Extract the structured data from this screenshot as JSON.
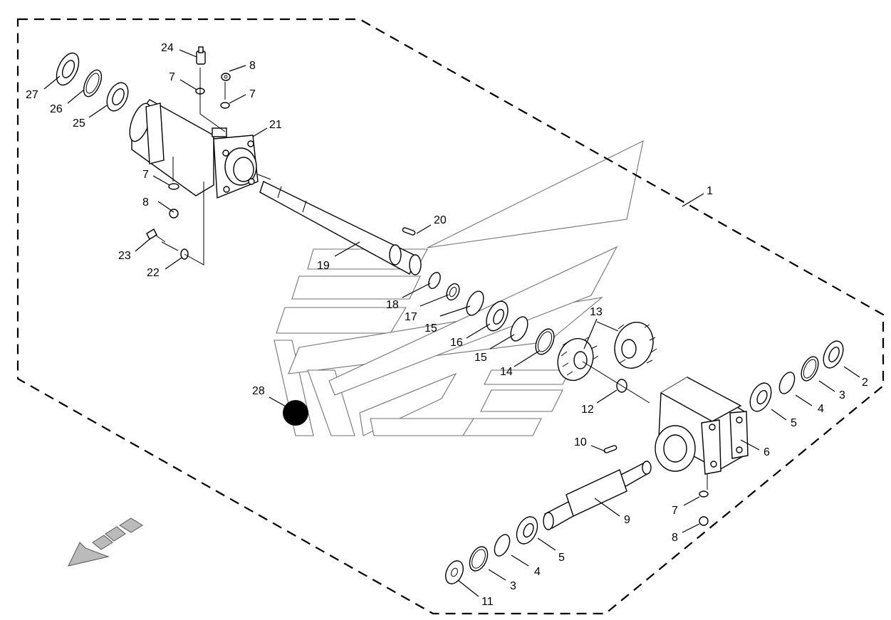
{
  "diagram": {
    "callouts": {
      "c1": "1",
      "c2": "2",
      "c3a": "3",
      "c3b": "3",
      "c4a": "4",
      "c4b": "4",
      "c5a": "5",
      "c5b": "5",
      "c6": "6",
      "c7a": "7",
      "c7b": "7",
      "c7c": "7",
      "c7d": "7",
      "c8a": "8",
      "c8b": "8",
      "c8c": "8",
      "c9": "9",
      "c10": "10",
      "c11": "11",
      "c12": "12",
      "c13": "13",
      "c14": "14",
      "c15a": "15",
      "c15b": "15",
      "c16": "16",
      "c17": "17",
      "c18": "18",
      "c19": "19",
      "c20": "20",
      "c21": "21",
      "c22": "22",
      "c23": "23",
      "c24": "24",
      "c25": "25",
      "c26": "26",
      "c27": "27",
      "c28": "28"
    },
    "icons": {
      "direction_arrow": "direction-arrow-icon",
      "watermark": "watermark-logo-icon"
    }
  }
}
